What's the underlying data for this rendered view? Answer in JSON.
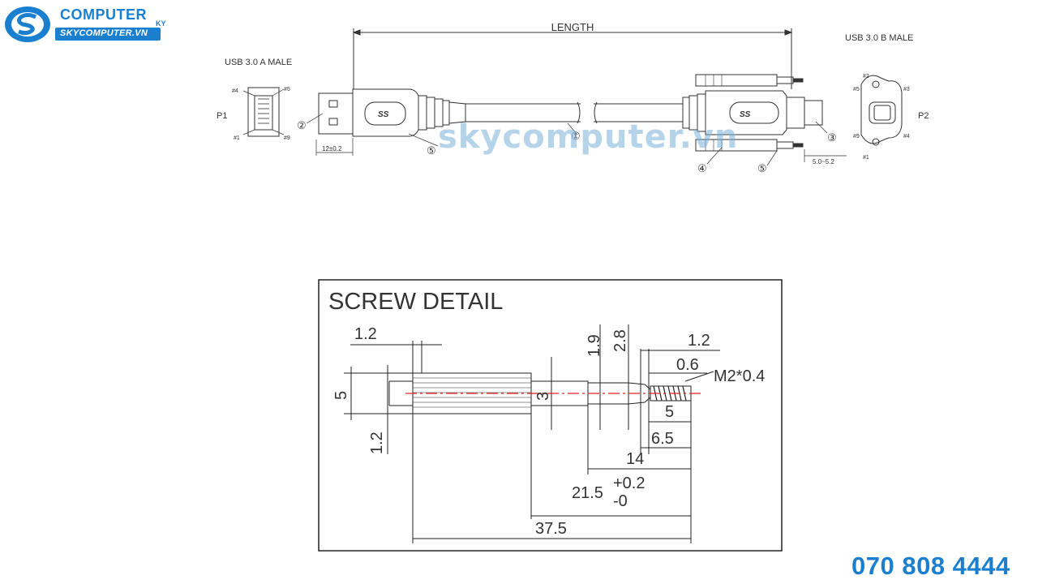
{
  "brand": {
    "name": "COMPUTER",
    "name_suffix": "KY",
    "site": "SKYCOMPUTER.VN",
    "color": "#1b7fd0"
  },
  "watermark": "skycomputer.vn",
  "phone": "070 808 4444",
  "cable": {
    "length_label": "LENGTH",
    "left_connector": "USB 3.0 A MALE",
    "right_connector": "USB 3.0 B MALE",
    "p1": "P1",
    "p2": "P2",
    "pins_a": [
      "#4",
      "#5",
      "#1",
      "#9"
    ],
    "pins_b": [
      "#2",
      "#3",
      "#5",
      "#9",
      "#4",
      "#1"
    ],
    "callouts": [
      "①",
      "②",
      "③",
      "④",
      "⑤",
      "⑤"
    ],
    "dim_plug": "12±0.2",
    "dim_b": "5.0~5.2",
    "logo_text": "SS"
  },
  "screw": {
    "title": "SCREW DETAIL",
    "dims": {
      "d1": "1.2",
      "d2": "5",
      "d3": "1.2",
      "d4": "3",
      "d5": "1.9",
      "d6": "2.8",
      "d7": "1.2",
      "d8": "0.6",
      "thread": "M2*0.4",
      "d9": "5",
      "d10": "6.5",
      "d11": "14",
      "d12_main": "21.5",
      "d12_plus": "+0.2",
      "d12_minus": "-0",
      "d13": "37.5"
    },
    "centerline_color": "#e02020"
  }
}
